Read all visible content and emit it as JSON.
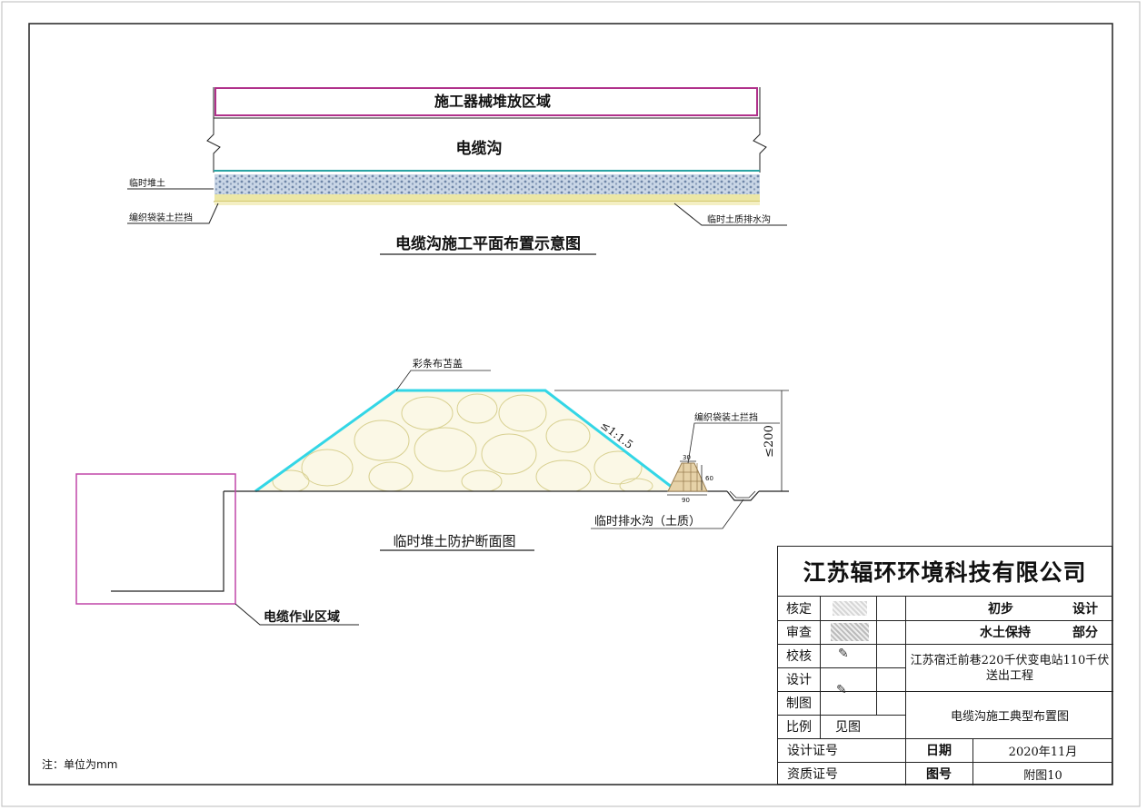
{
  "plan_view": {
    "storage_area_label": "施工器械堆放区域",
    "trench_label": "电缆沟",
    "temp_soil_label": "临时堆土",
    "bag_barrier_label": "编织袋装土拦挡",
    "drain_label": "临时土质排水沟",
    "title": "电缆沟施工平面布置示意图"
  },
  "section_view": {
    "cover_label": "彩条布苫盖",
    "slope_label": "≤1:1.5",
    "bag_barrier_label": "编织袋装土拦挡",
    "height_label": "≤200",
    "dim_top": "30",
    "dim_height": "60",
    "dim_bottom": "90",
    "drain_label": "临时排水沟（土质）",
    "title": "临时堆土防护断面图",
    "work_area_label": "电缆作业区域"
  },
  "note": "注：单位为mm",
  "title_block": {
    "company": "江苏辐环环境科技有限公司",
    "rows": {
      "approve": "核定",
      "review": "审查",
      "check": "校核",
      "design": "设计",
      "draw": "制图",
      "scale": "比例",
      "scale_value": "见图",
      "design_cert": "设计证号",
      "qual_cert": "资质证号",
      "date_label": "日期",
      "date_value": "2020年11月",
      "fig_label": "图号",
      "fig_value": "附图10"
    },
    "stage": {
      "prelim": "初步",
      "design": "设计",
      "swc": "水土保持",
      "part": "部分"
    },
    "project": "江苏宿迁前巷220千伏变电站110千伏送出工程",
    "drawing_name": "电缆沟施工典型布置图"
  }
}
